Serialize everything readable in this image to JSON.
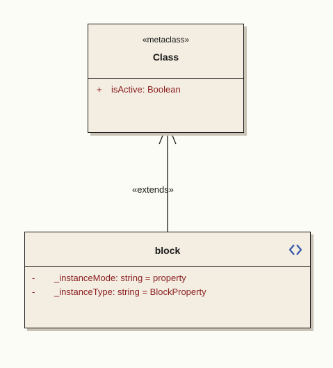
{
  "metaclass": {
    "stereotype": "«metaclass»",
    "name": "Class",
    "attributes": [
      {
        "visibility": "+",
        "text": "isActive:  Boolean"
      }
    ]
  },
  "connector": {
    "label": "«extends»"
  },
  "block": {
    "name": "block",
    "icon": "block-stereotype-icon",
    "attributes": [
      {
        "visibility": "-",
        "text": "_instanceMode:  string = property"
      },
      {
        "visibility": "-",
        "text": "_instanceType:  string = BlockProperty"
      }
    ]
  },
  "colors": {
    "box_fill": "#f3ede2",
    "attribute_text": "#8b1f1f",
    "icon_color": "#3355aa"
  }
}
